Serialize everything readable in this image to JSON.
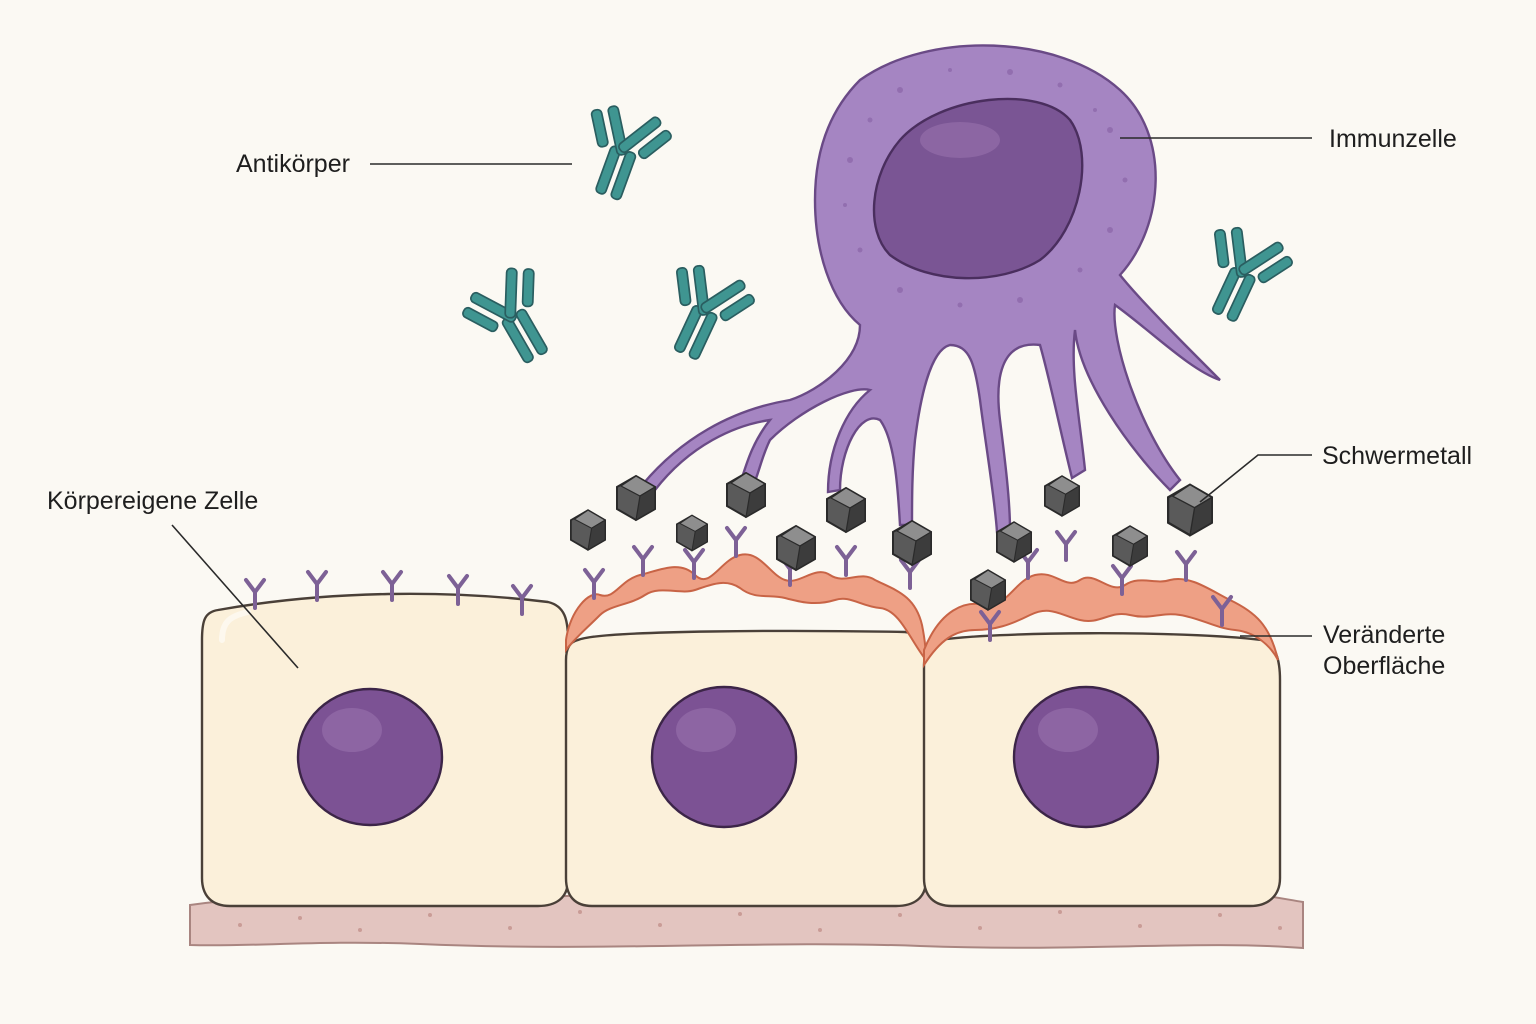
{
  "labels": {
    "antibody": "Antikörper",
    "immune_cell": "Immunzelle",
    "heavy_metal": "Schwermetall",
    "own_cell": "Körpereigene Zelle",
    "altered_surface_line1": "Veränderte",
    "altered_surface_line2": "Oberfläche"
  },
  "colors": {
    "background": "#fbf9f3",
    "cell": "#fbf0da",
    "nucleus": "#7c5294",
    "immune_cell": "#a585c2",
    "antibody": "#3f9591",
    "heavy_metal": "#5a5a5a",
    "altered_surface": "#eea085",
    "basement_membrane": "#e3c5c0"
  },
  "icons": {
    "antibody": "y-shaped-antibody-icon",
    "heavy_metal": "hexagonal-crystal-icon",
    "receptor": "y-shaped-receptor-icon"
  }
}
